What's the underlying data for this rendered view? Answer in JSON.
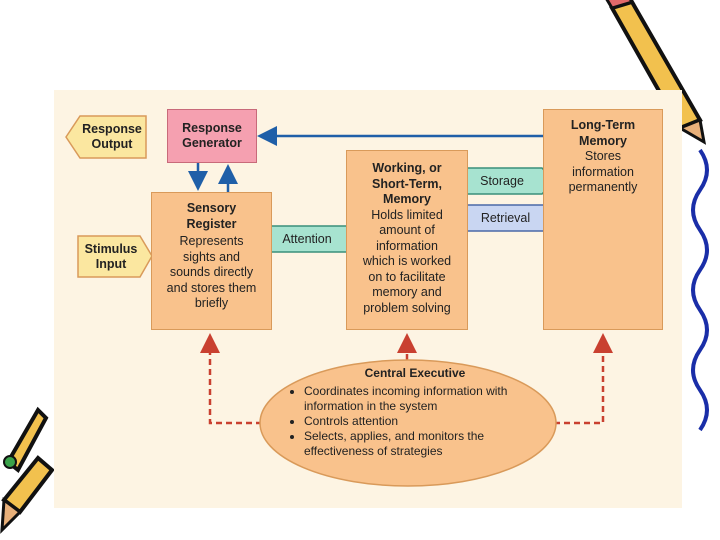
{
  "response_output": "Response Output",
  "response_generator": "Response Generator",
  "sensory_register": {
    "title": "Sensory Register",
    "body": "Represents sights and sounds directly and stores them briefly"
  },
  "stimulus_input": "Stimulus Input",
  "working_memory": {
    "title": "Working, or Short-Term, Memory",
    "body": "Holds limited amount of information which is worked on to facilitate memory and problem solving"
  },
  "long_term_memory": {
    "title": "Long-Term Memory",
    "body": "Stores information permanently"
  },
  "attention": "Attention",
  "storage": "Storage",
  "retrieval": "Retrieval",
  "central_executive": {
    "title": "Central Executive",
    "items": [
      "Coordinates incoming information with information in the system",
      "Controls attention",
      "Selects, applies, and monitors the effectiveness of strategies"
    ]
  },
  "colors": {
    "box_fill": "#f9c28c",
    "generator_fill": "#f5a0b0",
    "input_output_fill": "#fbe7a0",
    "attention_storage_fill": "#a7e3d0",
    "retrieval_fill": "#c9d6f2",
    "solid_arrow": "#1f5fa8",
    "dashed_arrow": "#c94030"
  }
}
